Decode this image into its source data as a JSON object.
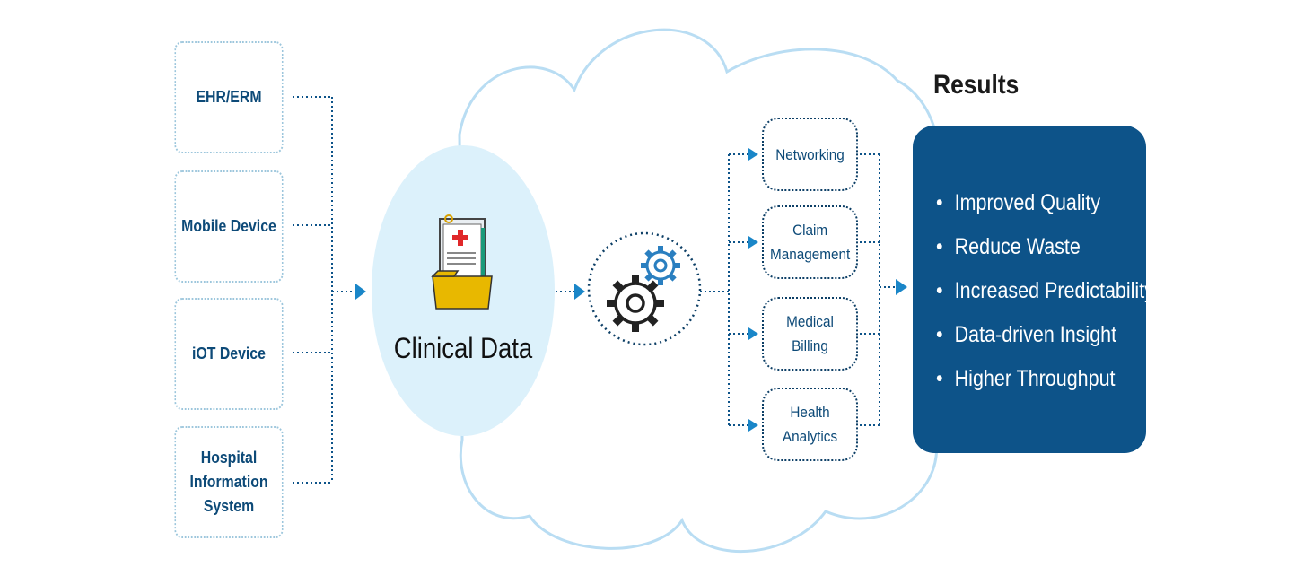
{
  "sources": [
    {
      "id": "ehr",
      "label": "EHR/ERM"
    },
    {
      "id": "mobile",
      "label": "Mobile Device"
    },
    {
      "id": "iot",
      "label": "iOT Device"
    },
    {
      "id": "his",
      "label": "Hospital Information System"
    }
  ],
  "center": {
    "label": "Clinical Data",
    "icon": "clipboard-folder-medical-icon",
    "process_icon": "gears-icon"
  },
  "outputs": [
    {
      "id": "networking",
      "label": "Networking"
    },
    {
      "id": "claim",
      "label": "Claim Management"
    },
    {
      "id": "billing",
      "label": "Medical Billing"
    },
    {
      "id": "analytics",
      "label": "Health Analytics"
    }
  ],
  "results": {
    "title": "Results",
    "items": [
      "Improved Quality",
      "Reduce Waste",
      "Increased Predictability",
      "Data-driven Insight",
      "Higher Throughput"
    ]
  },
  "colors": {
    "cloud_outline": "#b9ddf3",
    "cloud_fill": "#ffffff",
    "circle_fill": "#dcf1fb",
    "connector": "#0d5389",
    "arrow": "#1a86c8",
    "results_panel": "#0d5389",
    "source_border": "#9cc6dc",
    "text_dark_blue": "#0d4a78"
  }
}
